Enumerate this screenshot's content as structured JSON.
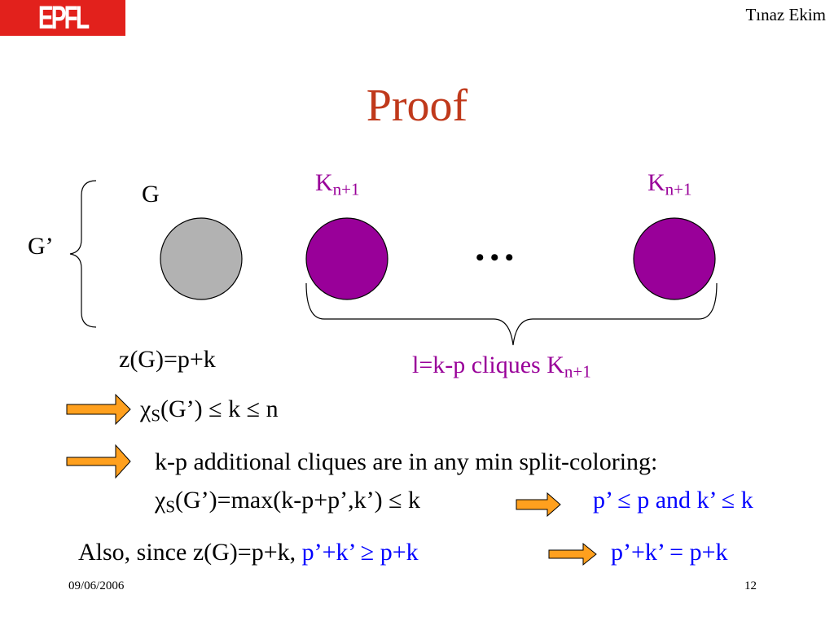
{
  "header": {
    "logo_text": "EPFL",
    "author": "Tınaz Ekim"
  },
  "title": "Proof",
  "diagram": {
    "g_prime_label": "G’",
    "g_label": "G",
    "k_label": "K",
    "k_sub": "n+1",
    "ellipsis": "• • •",
    "z_label": "z(G)=p+k",
    "cliques_label": "l=k-p cliques K",
    "cliques_sub": "n+1",
    "colors": {
      "gray_node": "#b2b2b2",
      "purple_node": "#990099"
    }
  },
  "lines": {
    "l1_chi": "χ",
    "l1_sub": "S",
    "l1_rest": "(G’) ≤ k ≤ n",
    "l2": "k-p additional cliques are in any min split-coloring:",
    "l3_chi": "χ",
    "l3_sub": "S",
    "l3_rest": "(G’)=max(k-p+p’,k’) ≤ k",
    "l3_result": "p’ ≤ p and k’ ≤ k",
    "l4_a": "Also, since z(G)=p+k,",
    "l4_b": "p’+k’ ≥ p+k",
    "l4_result": "p’+k’ = p+k"
  },
  "footer": {
    "date": "09/06/2006",
    "page": "12"
  }
}
